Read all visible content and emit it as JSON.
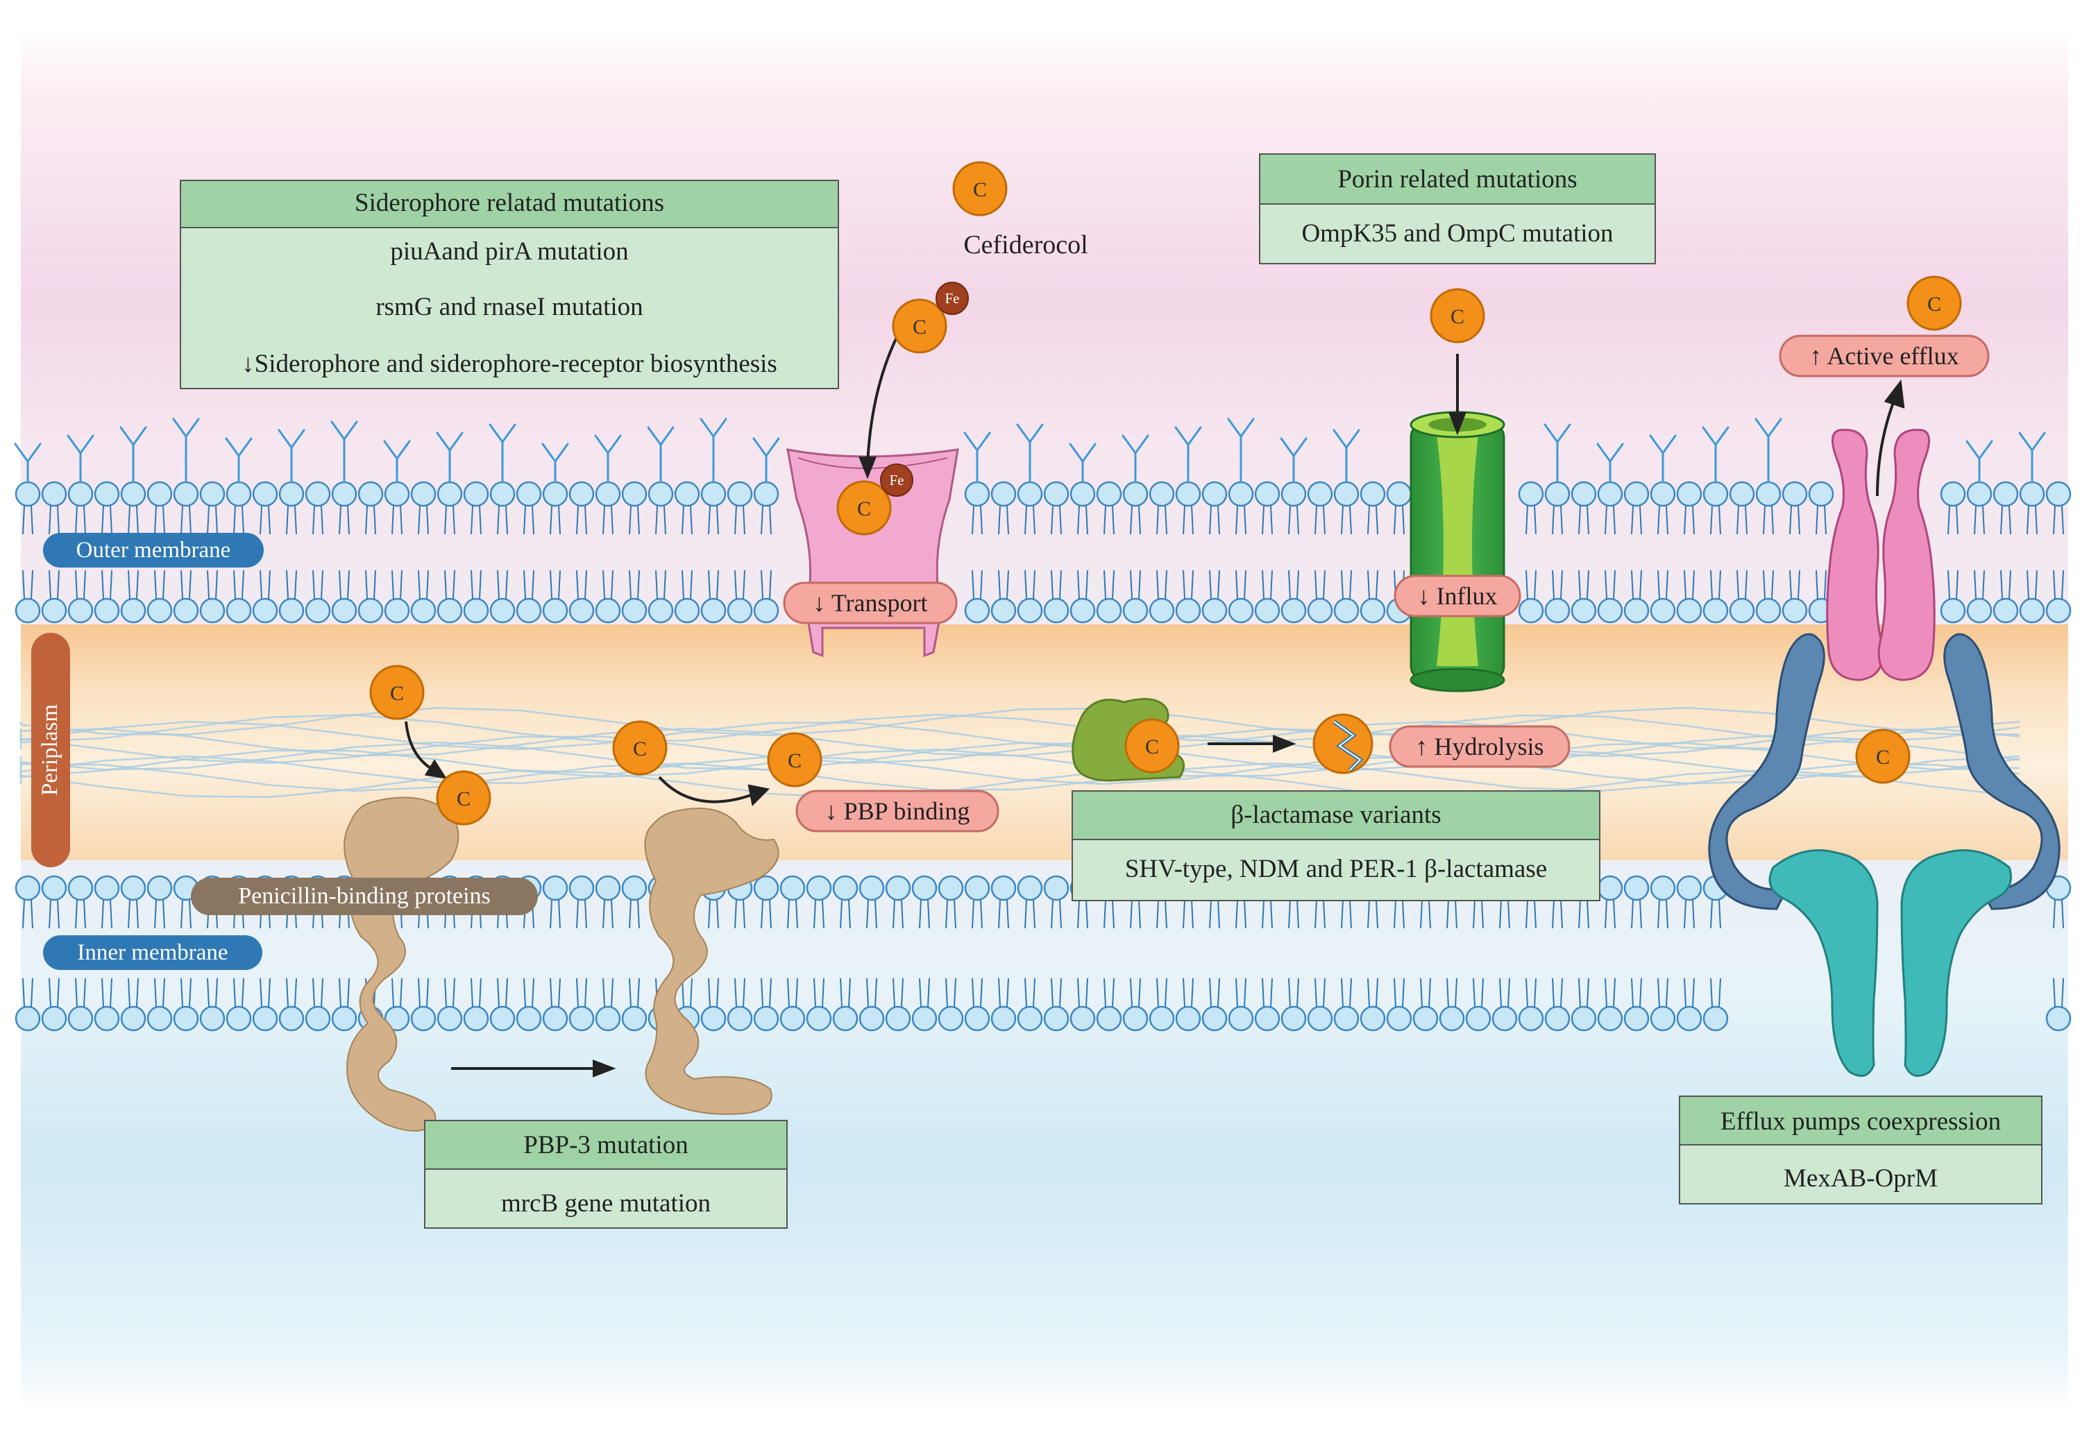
{
  "drug": {
    "name_label": "Cefiderocol",
    "symbol": "C",
    "iron_symbol": "Fe"
  },
  "compartments": {
    "outer_membrane": "Outer membrane",
    "periplasm": "Periplasm",
    "inner_membrane": "Inner membrane"
  },
  "proteins": {
    "pbp_label": "Penicillin-binding proteins"
  },
  "effects": {
    "transport": "↓ Transport",
    "influx": "↓ Influx",
    "active_efflux": "↑ Active efflux",
    "pbp_binding": "↓ PBP binding",
    "hydrolysis": "↑ Hydrolysis"
  },
  "boxes": {
    "siderophore": {
      "header": "Siderophore relatad mutations",
      "lines": [
        "piuAand pirA mutation",
        "rsmG and rnaseI mutation",
        "↓Siderophore and siderophore-receptor biosynthesis"
      ]
    },
    "porin": {
      "header": "Porin related mutations",
      "lines": [
        "OmpK35 and OmpC mutation"
      ]
    },
    "beta_lactamase": {
      "header": "β-lactamase variants",
      "lines": [
        "SHV-type, NDM and PER-1 β-lactamase"
      ]
    },
    "pbp3": {
      "header": "PBP-3 mutation",
      "lines": [
        "mrcB gene mutation"
      ]
    },
    "efflux": {
      "header": "Efflux pumps coexpression",
      "lines": [
        "MexAB-OprM"
      ]
    }
  },
  "colors": {
    "box_header": "#9fd3a5",
    "box_body": "#cfe8d2",
    "drug_orange": "#f39019",
    "iron_brown": "#a0401e",
    "membrane_bead": "#c7e6f6",
    "membrane_pill": "#2f78b4",
    "periplasm_label": "#c0623a",
    "effect_pill": "#f4a8a0",
    "pbp_tan": "#d1b08a",
    "pbp_label_bg": "#8a7660",
    "porin_green": "#2e9e3c",
    "beta_lactamase_green": "#86ac3d",
    "transporter_pink": "#f2a9cf",
    "efflux_pink": "#ec8dbd",
    "efflux_blue": "#5b87b1",
    "efflux_teal": "#3fbab8"
  }
}
